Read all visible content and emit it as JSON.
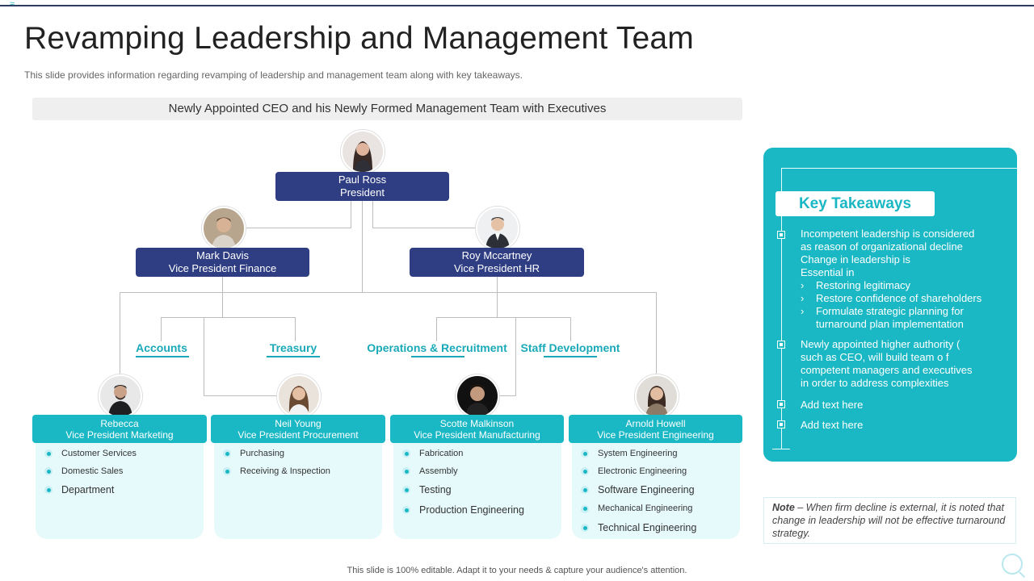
{
  "title": "Revamping Leadership and Management Team",
  "subtitle": "This slide provides information regarding revamping of leadership and management team along with key takeaways.",
  "banner": "Newly Appointed  CEO and his Newly  Formed Management  Team with Executives",
  "president": {
    "name": "Paul Ross",
    "role": "President"
  },
  "vp_finance": {
    "name": "Mark Davis",
    "role": "Vice President Finance"
  },
  "vp_hr": {
    "name": "Roy Mccartney",
    "role": "Vice President HR"
  },
  "departments": [
    "Accounts",
    "Treasury",
    "Operations & Recruitment",
    "Staff Development"
  ],
  "vps": [
    {
      "name": "Rebecca",
      "role": "Vice President Marketing",
      "items": [
        "Customer Services",
        "Domestic Sales",
        "Department"
      ]
    },
    {
      "name": "Neil Young",
      "role": "Vice President Procurement",
      "items": [
        "Purchasing",
        "Receiving & Inspection"
      ]
    },
    {
      "name": "Scotte Malkinson",
      "role": "Vice President Manufacturing",
      "items": [
        "Fabrication",
        "Assembly",
        "Testing",
        "Production Engineering"
      ]
    },
    {
      "name": "Arnold Howell",
      "role": "Vice President Engineering",
      "items": [
        "System Engineering",
        "Electronic Engineering",
        "Software Engineering",
        "Mechanical Engineering",
        "Technical Engineering"
      ]
    }
  ],
  "key_takeaways": {
    "title": "Key Takeaways",
    "point1_lines": [
      "Incompetent leadership is considered",
      "as reason of organizational  decline",
      "Change  in leadership is",
      "Essential in"
    ],
    "subpoints": [
      "Restoring legitimacy",
      "Restore  confidence  of shareholders",
      "Formulate strategic planning for",
      "turnaround  plan implementation"
    ],
    "point2_lines": [
      "Newly appointed higher authority (",
      "such as CEO, will build team o f",
      "competent managers and executives",
      "in order to address complexities"
    ],
    "point3": "Add text here",
    "point4": "Add text here"
  },
  "note": {
    "label": "Note",
    "text": " – When firm decline is external,  it is noted that change  in leadership will not be effective turnaround  strategy."
  },
  "footer": "This slide is 100% editable.  Adapt it to your needs & capture your audience's attention.",
  "colors": {
    "navy": "#2f3e83",
    "teal": "#1ab7c4",
    "dept_text": "#1aa9b8",
    "panel_light": "#e6fafc"
  }
}
